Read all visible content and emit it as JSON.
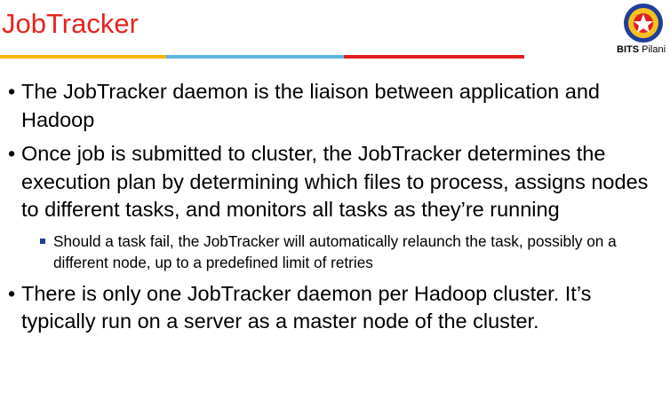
{
  "slide": {
    "title": "JobTracker",
    "logo_caption_bold": "BITS",
    "logo_caption_rest": " Pilani",
    "colors": {
      "title": "#e8231f",
      "rule_yellow": "#f5b700",
      "rule_blue": "#5ab4e0",
      "rule_red": "#e02020"
    }
  },
  "bullets": [
    {
      "text": "The JobTracker daemon is the liaison between application and Hadoop"
    },
    {
      "text": "Once job is submitted to cluster, the JobTracker determines the execution plan by determining which files to process, assigns nodes to different tasks, and monitors all tasks as they’re running",
      "sub": "Should a task fail, the JobTracker will automatically relaunch the task, possibly on a different node, up to a predefined limit of retries"
    },
    {
      "text": "There is only one JobTracker daemon per Hadoop cluster. It’s typically run on a server as a master node of the cluster."
    }
  ]
}
